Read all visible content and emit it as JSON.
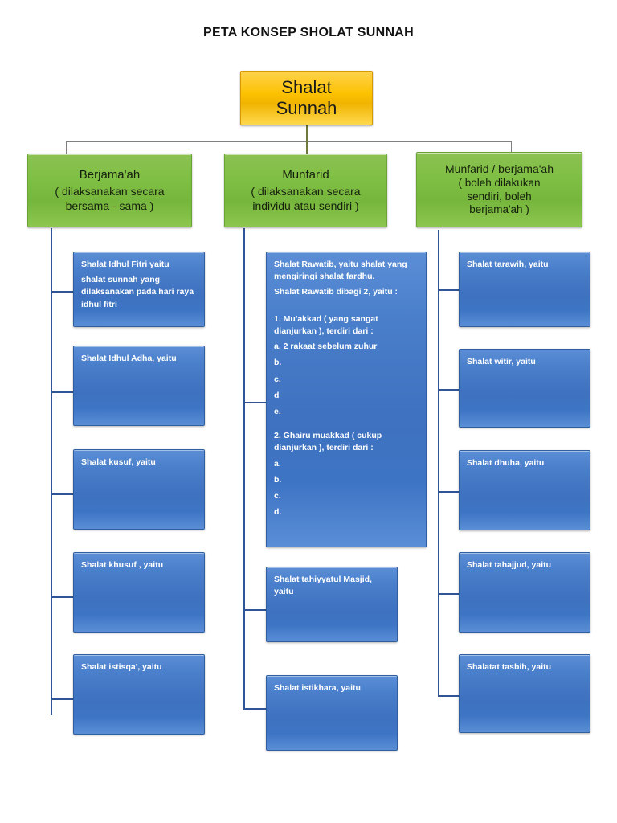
{
  "title": "PETA KONSEP SHOLAT SUNNAH",
  "root": {
    "line1": "Shalat",
    "line2": "Sunnah"
  },
  "categories": [
    {
      "id": "berjamaah",
      "title": "Berjama'ah",
      "sub_line1": "( dilaksanakan secara",
      "sub_line2": "bersama - sama )"
    },
    {
      "id": "munfarid",
      "title": "Munfarid",
      "sub_line1": "( dilaksanakan secara",
      "sub_line2": "individu atau sendiri )"
    },
    {
      "id": "munfarid-berjamaah",
      "title": "Munfarid / berjama'ah",
      "sub_line1": "( boleh dilakukan",
      "sub_line2": "sendiri, boleh",
      "sub_line3": "berjama'ah )"
    }
  ],
  "left_column": [
    {
      "id": "idhul-fitri",
      "line1": "Shalat Idhul Fitri yaitu",
      "line2": "shalat sunnah yang dilaksanakan pada hari raya idhul fitri"
    },
    {
      "id": "idhul-adha",
      "line1": "Shalat Idhul Adha, yaitu"
    },
    {
      "id": "kusuf",
      "line1": "Shalat kusuf, yaitu"
    },
    {
      "id": "khusuf",
      "line1": "Shalat khusuf , yaitu"
    },
    {
      "id": "istisqa",
      "line1": "Shalat istisqa', yaitu"
    }
  ],
  "middle_column": {
    "rawatib": {
      "id": "rawatib",
      "intro1": "Shalat Rawatib, yaitu shalat yang mengiringi shalat fardhu.",
      "intro2": "Shalat Rawatib dibagi 2, yaitu :",
      "group1_heading": "1. Mu'akkad ( yang sangat dianjurkan ), terdiri dari :",
      "group1_items": [
        "a. 2 rakaat sebelum zuhur",
        "b.",
        "c.",
        "d",
        "e."
      ],
      "group2_heading": "2.  Ghairu muakkad ( cukup dianjurkan ), terdiri dari :",
      "group2_items": [
        "a.",
        "b.",
        "c.",
        "d."
      ]
    },
    "others": [
      {
        "id": "tahiyyatul-masjid",
        "line1": "Shalat tahiyyatul Masjid, yaitu"
      },
      {
        "id": "istikhara",
        "line1": "Shalat istikhara, yaitu"
      }
    ]
  },
  "right_column": [
    {
      "id": "tarawih",
      "line1": "Shalat tarawih, yaitu"
    },
    {
      "id": "witir",
      "line1": "Shalat witir, yaitu"
    },
    {
      "id": "dhuha",
      "line1": "Shalat dhuha, yaitu"
    },
    {
      "id": "tahajjud",
      "line1": "Shalat tahajjud, yaitu"
    },
    {
      "id": "tasbih",
      "line1": "Shalatat tasbih, yaitu"
    }
  ],
  "colors": {
    "root_fill": "#fcc200",
    "category_fill": "#7fbf44",
    "leaf_fill": "#4a7fcb",
    "connector_blue": "#2f5597",
    "connector_olive": "#6f7a3a",
    "connector_gray": "#808080",
    "text_dark": "#1a1a1a",
    "text_light": "#ffffff"
  }
}
